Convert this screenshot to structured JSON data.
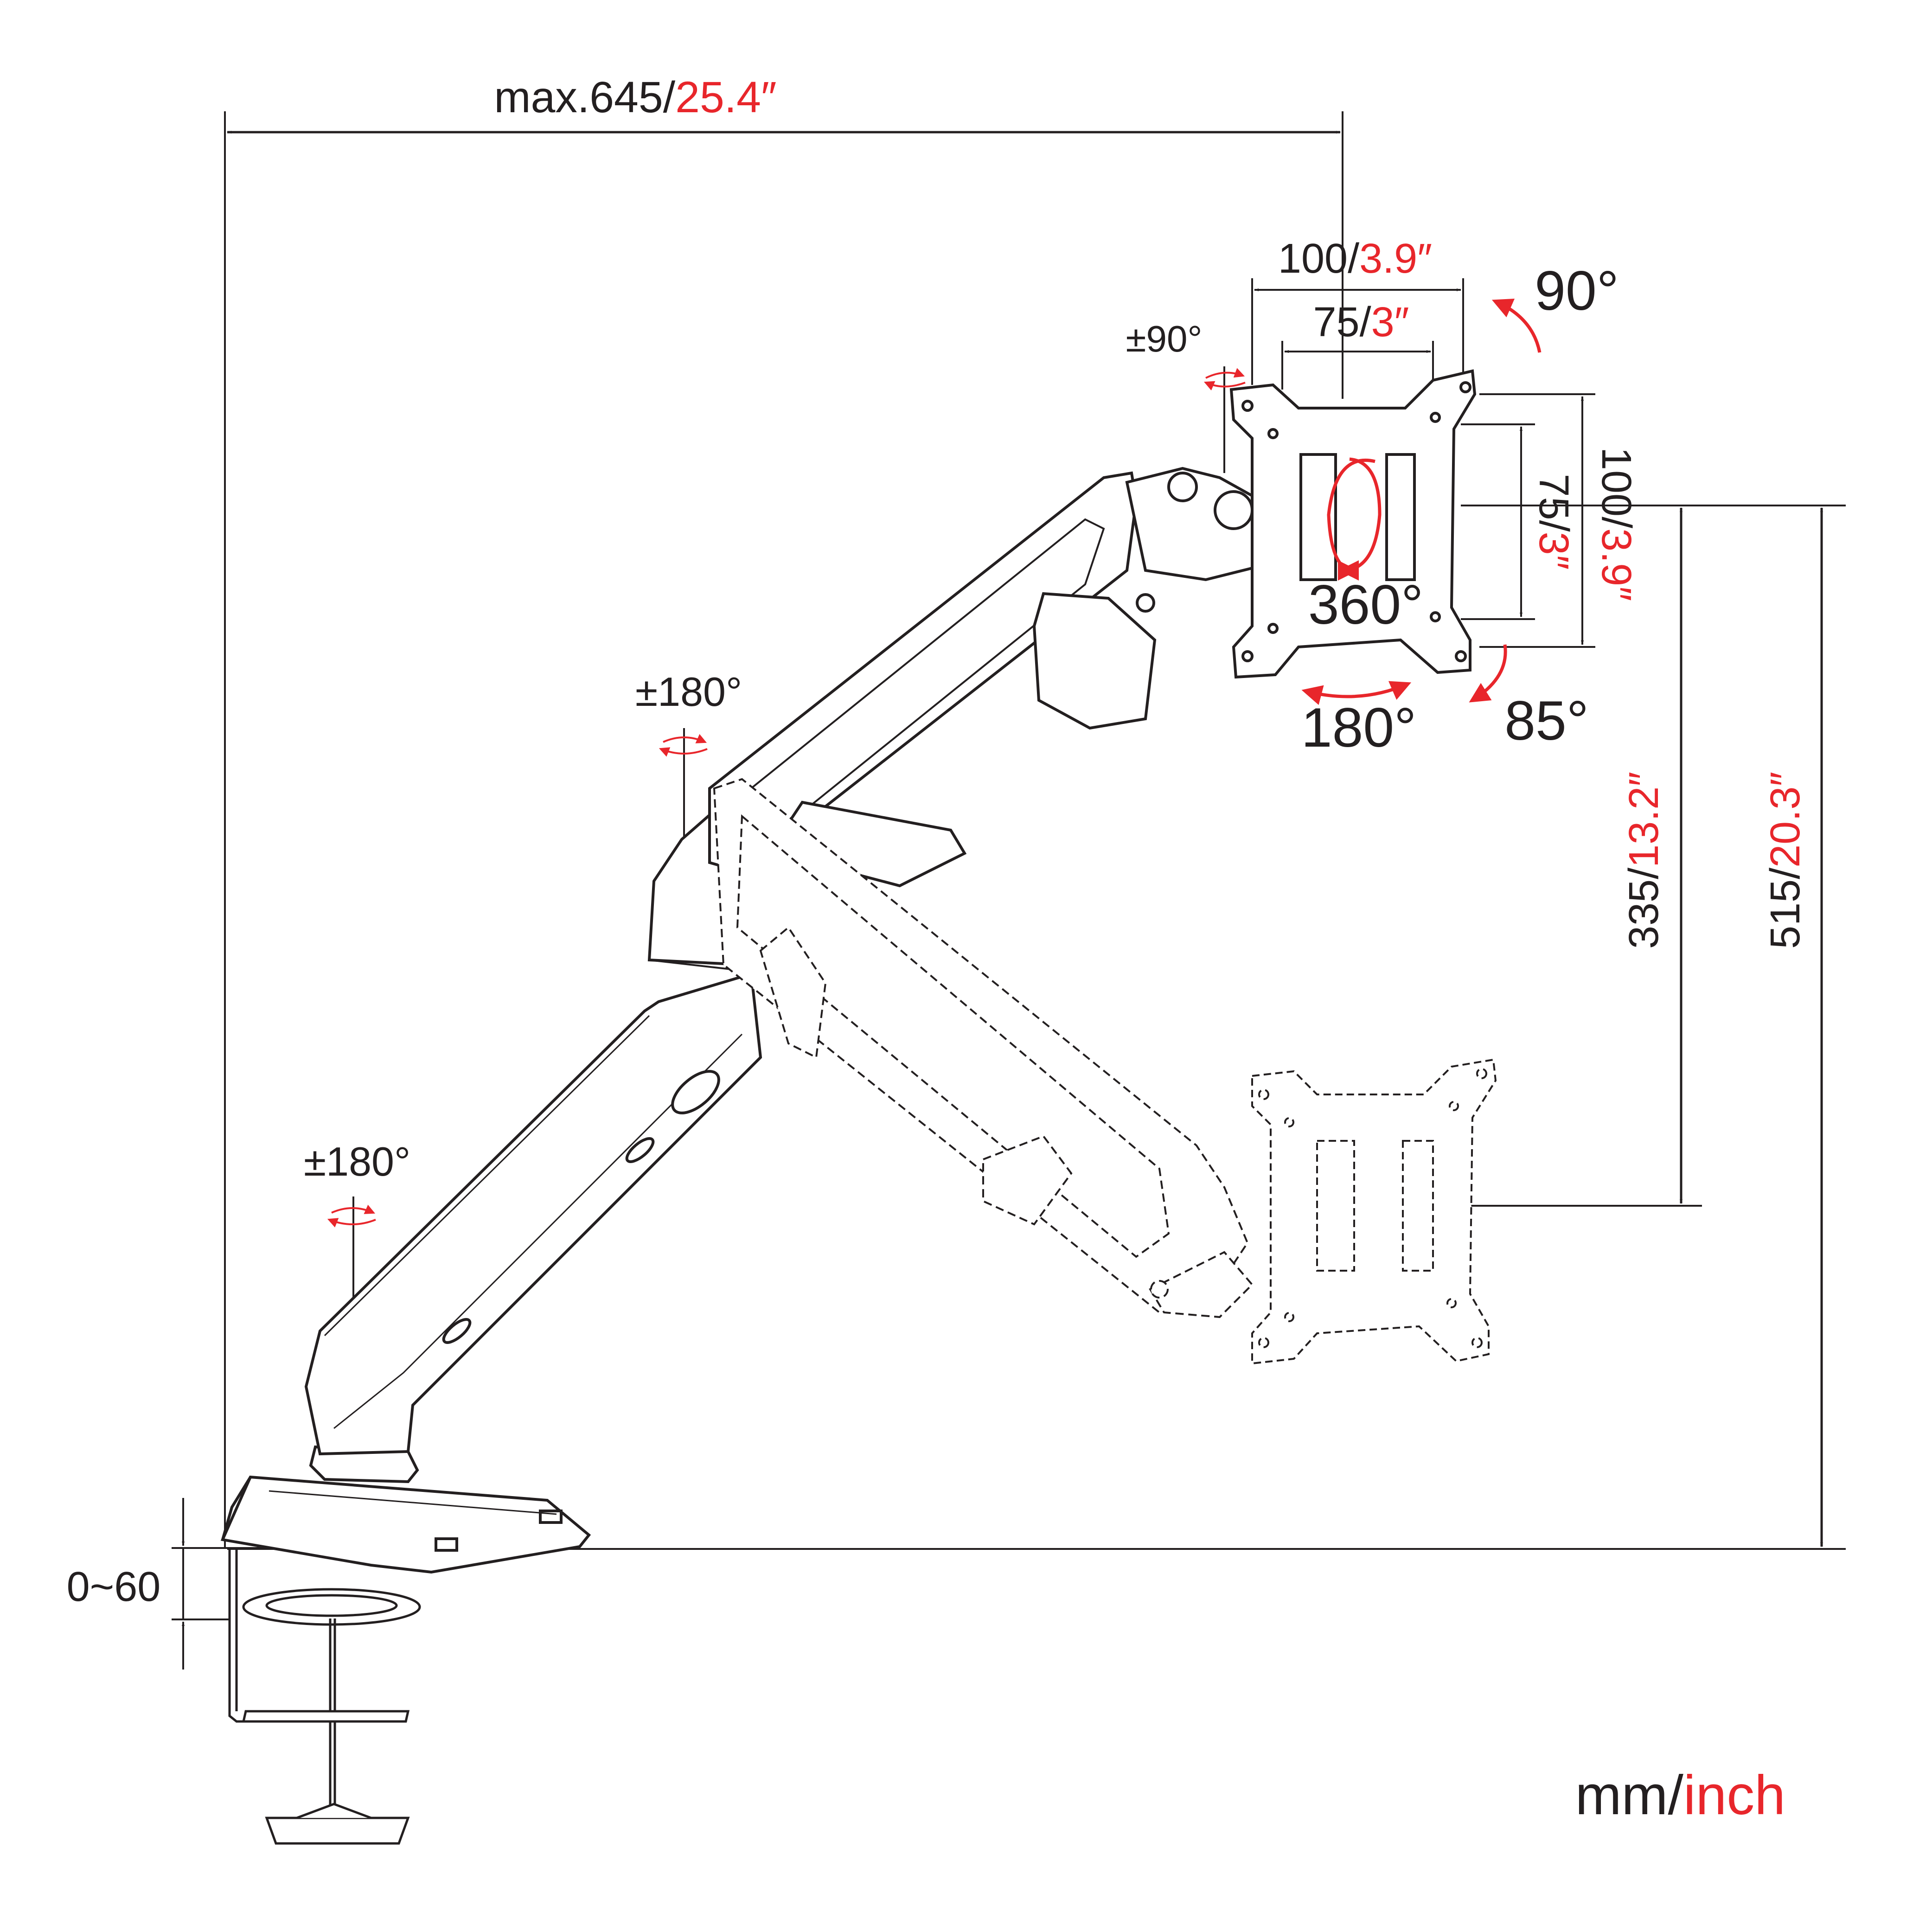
{
  "colors": {
    "line": "#231f20",
    "accent": "#e8262b",
    "background": "#ffffff"
  },
  "dimensions": {
    "max_reach": {
      "mm": "max.645/",
      "inch": "25.4″"
    },
    "vesa_outer_h": {
      "mm": "100/",
      "inch": "3.9″"
    },
    "vesa_inner_h": {
      "mm": "75/",
      "inch": "3″"
    },
    "vesa_outer_v": {
      "mm": "100/",
      "inch": "3.9″"
    },
    "vesa_inner_v": {
      "mm": "75/",
      "inch": "3″"
    },
    "height_low": {
      "mm": "335/",
      "inch": "13.2″"
    },
    "height_high": {
      "mm": "515/",
      "inch": "20.3″"
    },
    "desk_clamp": {
      "mm": "0~60"
    }
  },
  "angles": {
    "tilt_up": "90°",
    "tilt_down": "85°",
    "rotation": "360°",
    "swivel": "180°",
    "head_swivel": "±90°",
    "elbow_swivel": "±180°",
    "base_swivel": "±180°"
  },
  "units": {
    "mm": "mm/",
    "inch": "inch"
  }
}
